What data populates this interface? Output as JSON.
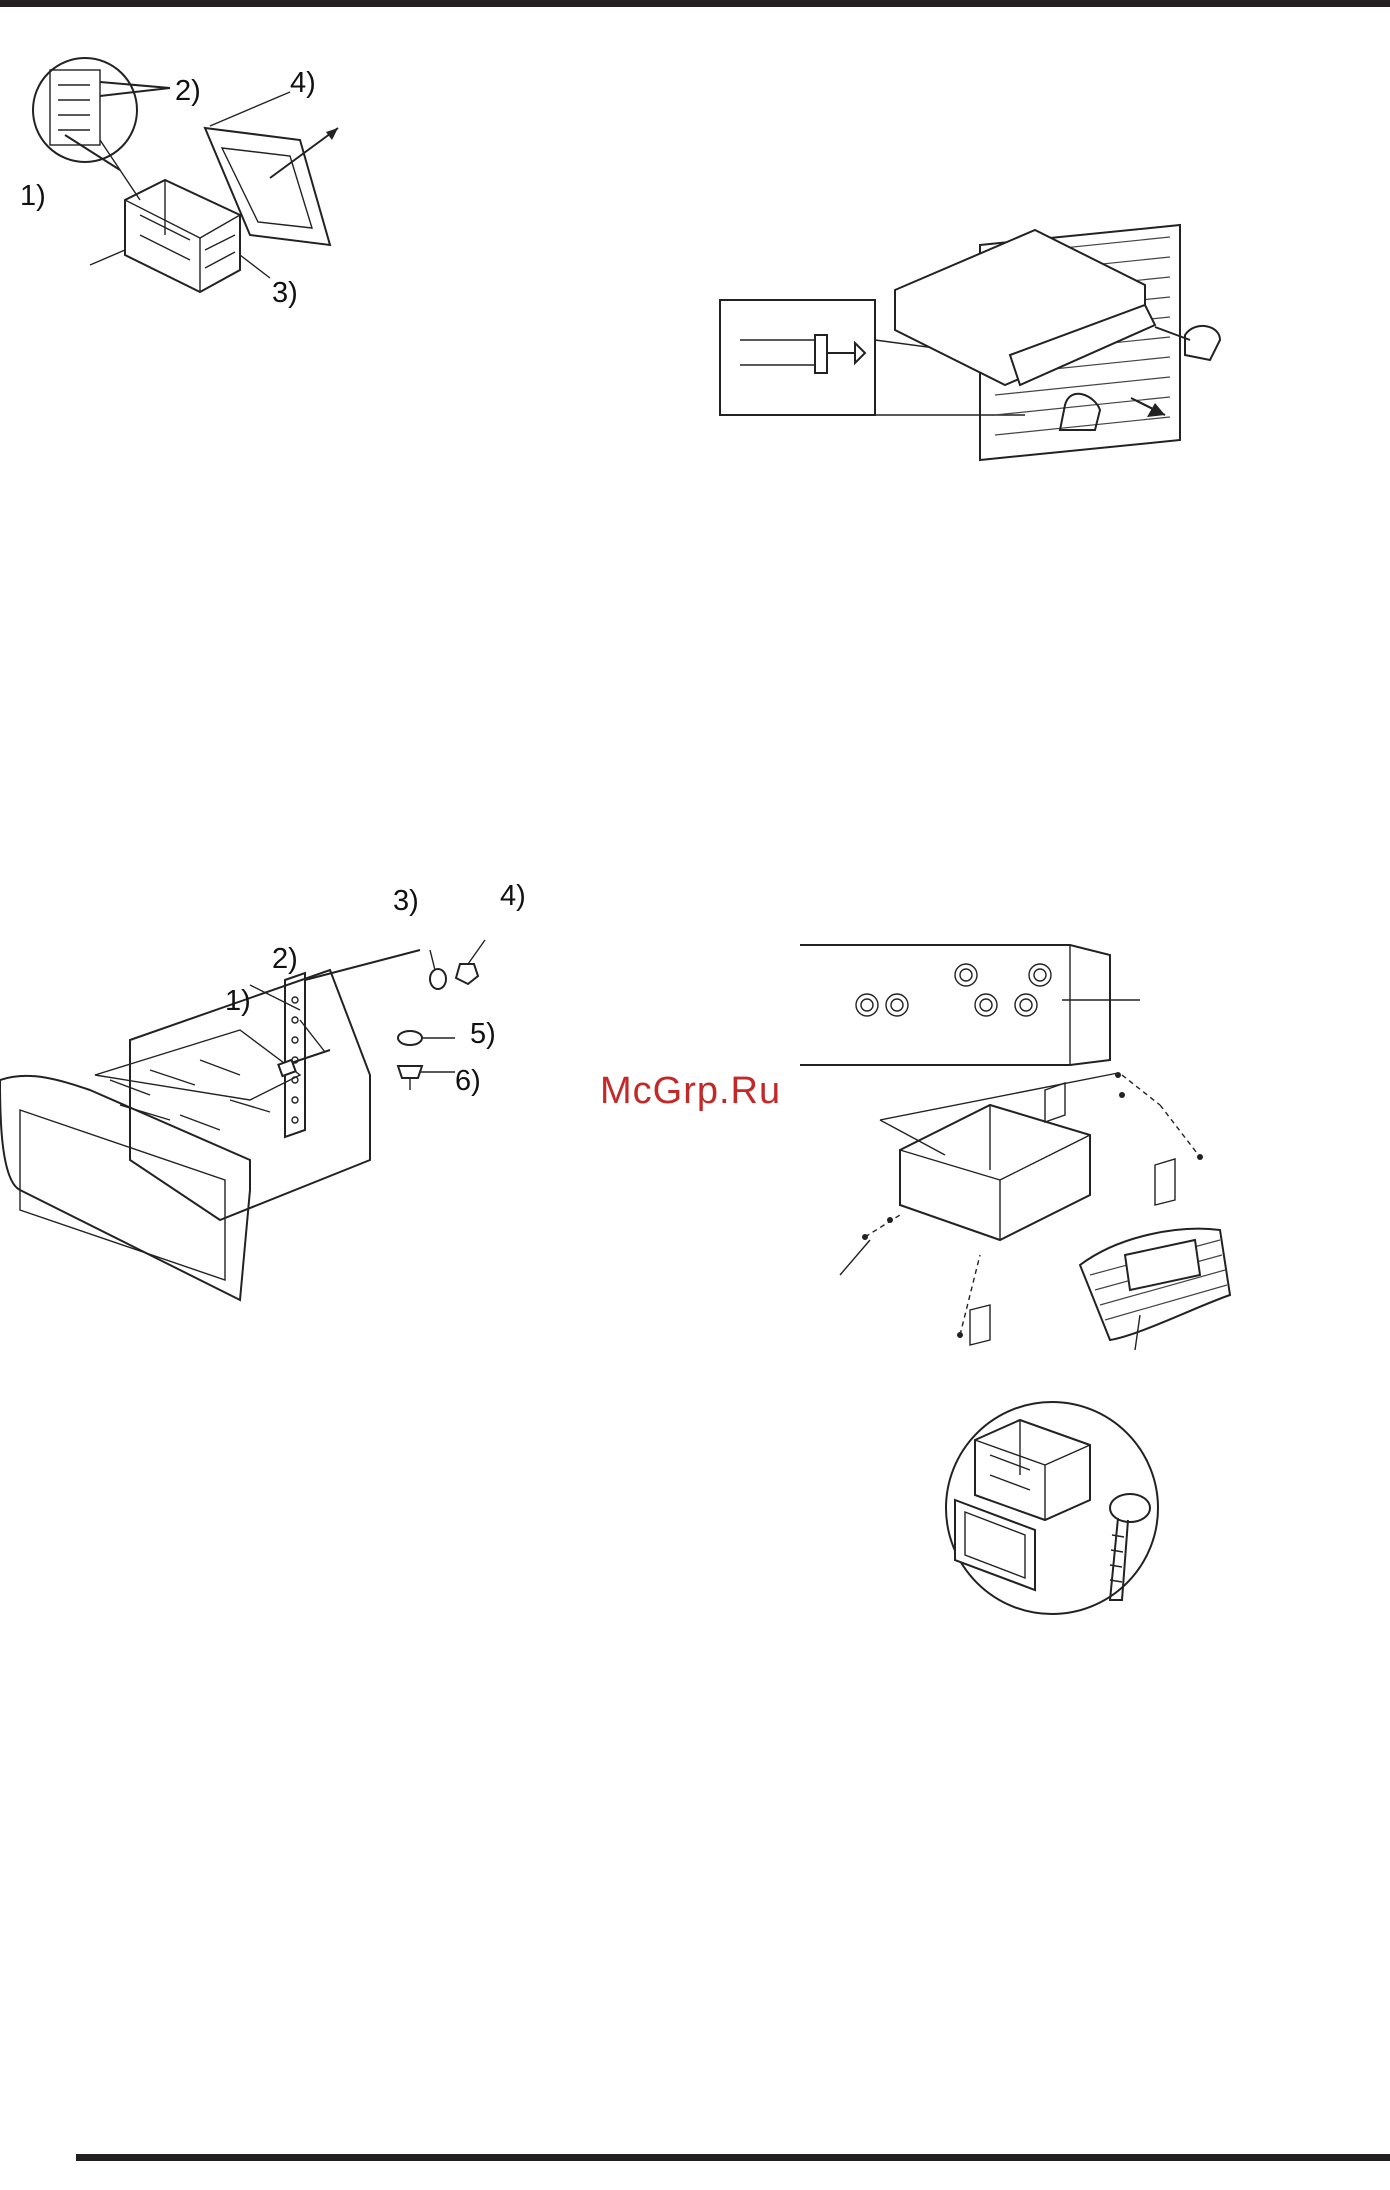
{
  "page": {
    "watermark": "McGrp.Ru"
  },
  "figure_sleeve": {
    "labels": {
      "l1": "1)",
      "l2": "2)",
      "l3": "3)",
      "l4": "4)"
    }
  },
  "figure_bracket": {
    "labels": {
      "l1": "1)",
      "l2": "2)",
      "l3": "3)",
      "l4": "4)",
      "l5": "5)",
      "l6": "6)"
    }
  }
}
